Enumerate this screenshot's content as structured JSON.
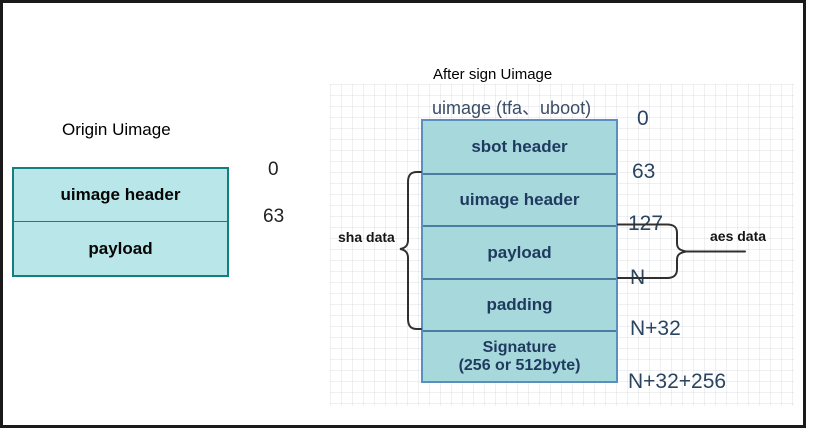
{
  "origin_diagram": {
    "title": "Origin Uimage",
    "sections": [
      {
        "label": "uimage header"
      },
      {
        "label": "payload"
      }
    ],
    "offsets": [
      {
        "value": "0"
      },
      {
        "value": "63"
      }
    ]
  },
  "signed_diagram": {
    "title": "After sign Uimage",
    "box_title": "uimage (tfa、uboot)",
    "sections": [
      {
        "label": "sbot header"
      },
      {
        "label": "uimage header"
      },
      {
        "label": "payload"
      },
      {
        "label": "padding"
      },
      {
        "label": "Signature",
        "label2": "(256 or 512byte)"
      }
    ],
    "offsets": [
      {
        "value": "0"
      },
      {
        "value": "63"
      },
      {
        "value": "127"
      },
      {
        "value": "N"
      },
      {
        "value": "N+32"
      },
      {
        "value": "N+32+256"
      }
    ],
    "annotations": {
      "sha_label": "sha data",
      "aes_label": "aes data"
    }
  },
  "colors": {
    "origin_box_fill": "#b9e6e8",
    "origin_box_border": "#157f7f",
    "signed_box_fill": "#a7d8dc",
    "signed_box_border": "#5a8fbe",
    "signed_divider": "#4a7da1",
    "signed_label_text": "#1e3a5f",
    "offset_text": "#2b4560",
    "frame_border": "#1a1a1a",
    "line_color": "#303030"
  }
}
